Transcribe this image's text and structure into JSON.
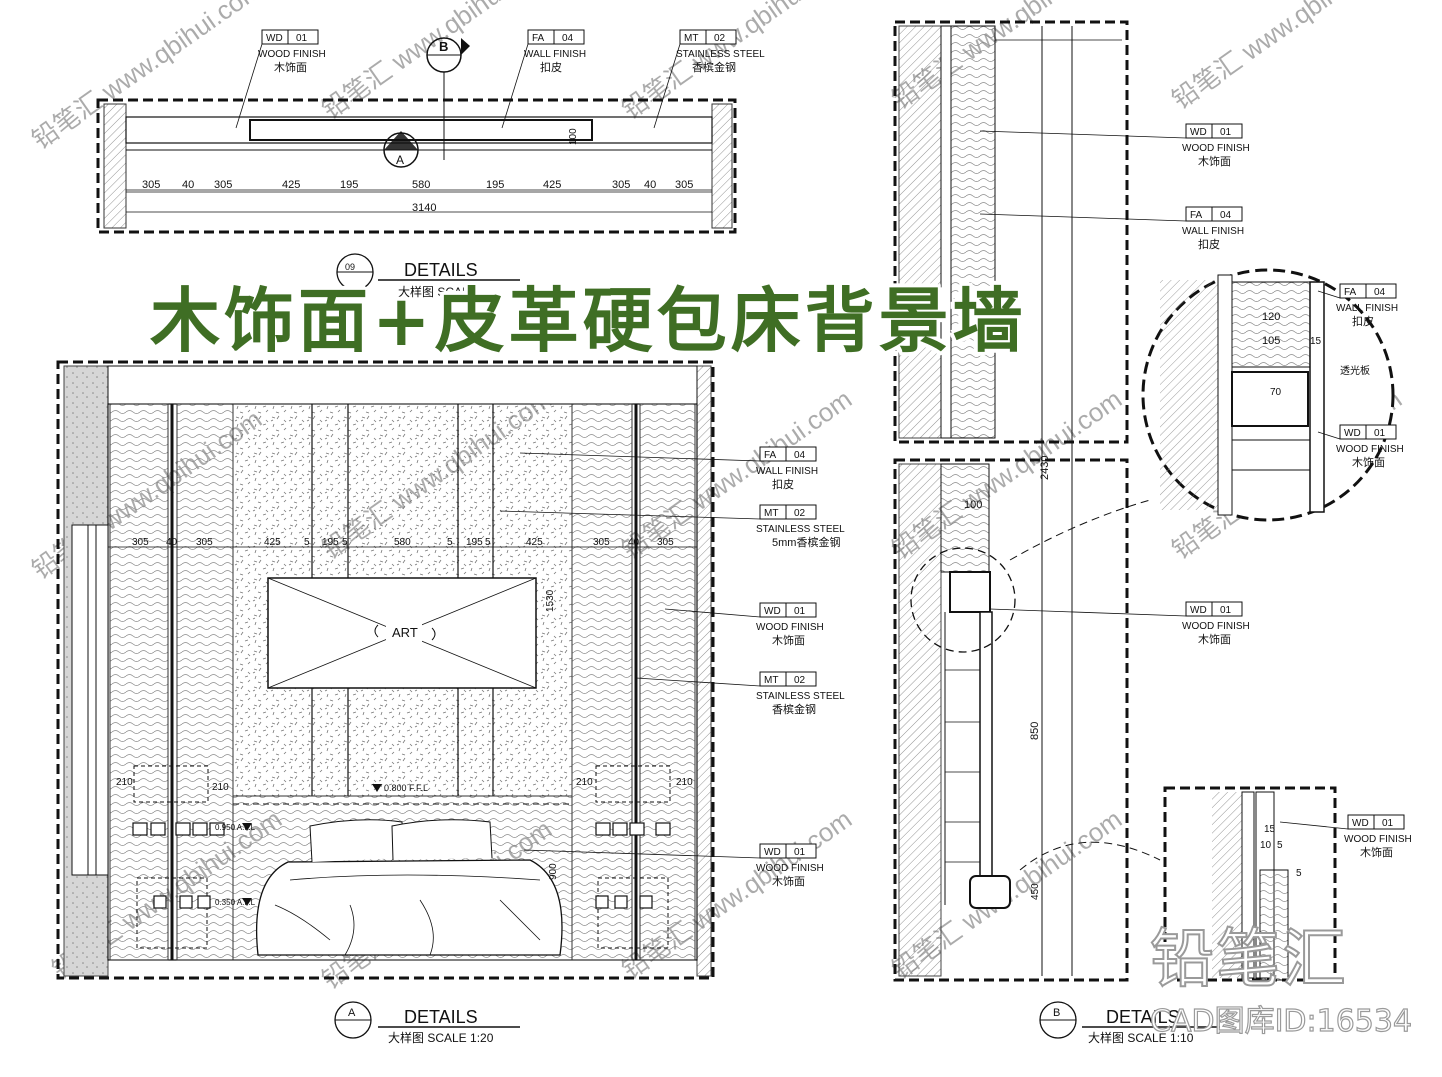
{
  "banner_title": "木饰面+皮革硬包床背景墙",
  "watermark": {
    "logo": "铅笔汇",
    "caption": "CAD图库ID:16534",
    "tile_site": "www.qbihui.com",
    "tile_logo": "铅笔汇"
  },
  "plan": {
    "top_dims": [
      "305",
      "40",
      "305",
      "425",
      "195",
      "580",
      "195",
      "425",
      "305",
      "40",
      "305"
    ],
    "total_dim": "3140",
    "depth_dim": "100",
    "section_marker": "A",
    "section_b_marker": "B",
    "title_number": "09",
    "title": "DETAILS",
    "subtitle": "大样图  SCALE"
  },
  "plan_callouts": [
    {
      "code": "WD",
      "num": "01",
      "en": "WOOD FINISH",
      "cn": "木饰面"
    },
    {
      "code": "FA",
      "num": "04",
      "en": "WALL FINISH",
      "cn": "扣皮"
    },
    {
      "code": "MT",
      "num": "02",
      "en": "STAINLESS STEEL",
      "cn": "香槟金钢"
    }
  ],
  "elevation": {
    "dims": [
      "305",
      "40",
      "305",
      "425",
      "5",
      "195",
      "5",
      "580",
      "5",
      "195",
      "5",
      "425",
      "305",
      "40",
      "305"
    ],
    "art_label": "ART",
    "art_height": "1530",
    "ffl_mark": "0.800 F.F.L",
    "afl_mark": "0.950 A.F.L",
    "afl_low": "0.350 A.F.L",
    "bed_height": "900",
    "side_dim_left": [
      "210",
      "210"
    ],
    "side_dim_right": [
      "210",
      "210"
    ],
    "title_marker": "A",
    "title": "DETAILS",
    "subtitle": "大样图  SCALE  1:20"
  },
  "elevation_callouts": [
    {
      "code": "FA",
      "num": "04",
      "en": "WALL FINISH",
      "cn": "扣皮"
    },
    {
      "code": "MT",
      "num": "02",
      "en": "STAINLESS STEEL",
      "cn": "5mm香槟金钢"
    },
    {
      "code": "WD",
      "num": "01",
      "en": "WOOD FINISH",
      "cn": "木饰面"
    },
    {
      "code": "MT",
      "num": "02",
      "en": "STAINLESS STEEL",
      "cn": "香槟金钢"
    },
    {
      "code": "WD",
      "num": "01",
      "en": "WOOD FINISH",
      "cn": "木饰面"
    }
  ],
  "section": {
    "callouts": [
      {
        "code": "WD",
        "num": "01",
        "en": "WOOD FINISH",
        "cn": "木饰面"
      },
      {
        "code": "FA",
        "num": "04",
        "en": "WALL FINISH",
        "cn": "扣皮"
      },
      {
        "code": "WD",
        "num": "01",
        "en": "WOOD FINISH",
        "cn": "木饰面"
      }
    ],
    "dims": {
      "width": "100",
      "total": "2430",
      "lower": "850",
      "base": "450"
    },
    "title_marker": "B",
    "title": "DETAILS",
    "subtitle": "大样图  SCALE  1:10"
  },
  "detail_circle": {
    "dims": [
      "120",
      "105",
      "15",
      "70"
    ],
    "note": "透光板",
    "callouts": [
      {
        "code": "FA",
        "num": "04",
        "en": "WALL FINISH",
        "cn": "扣皮"
      },
      {
        "code": "WD",
        "num": "01",
        "en": "WOOD FINISH",
        "cn": "木饰面"
      }
    ]
  },
  "detail_box": {
    "dims": [
      "15",
      "10",
      "5",
      "5"
    ],
    "callout": {
      "code": "WD",
      "num": "01",
      "en": "WOOD FINISH",
      "cn": "木饰面"
    }
  }
}
